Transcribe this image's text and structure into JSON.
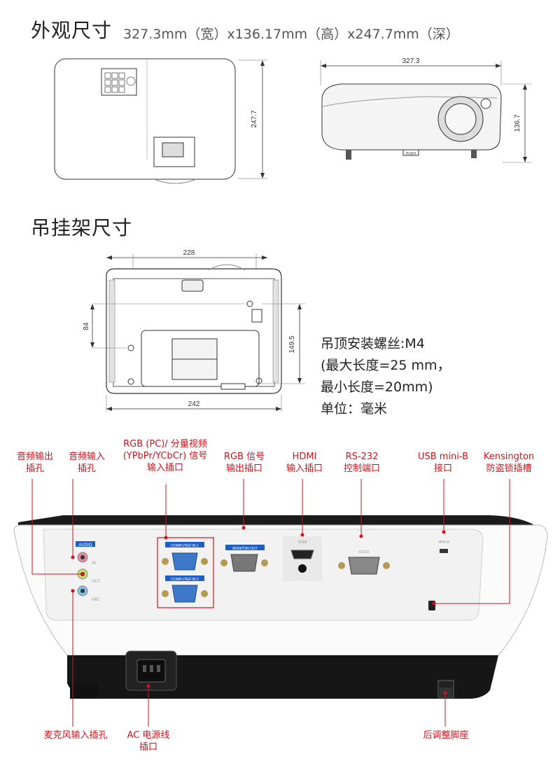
{
  "section1": {
    "title": "外观尺寸",
    "dims": "327.3mm（宽）x136.17mm（高）x247.7mm（深）",
    "top_view_depth": "247.7",
    "side_view_width": "327.3",
    "side_view_height": "136.7",
    "push_label": "PUSH"
  },
  "section2": {
    "title": "吊挂架尺寸",
    "dim_top": "228",
    "dim_bottom": "242",
    "dim_left": "84",
    "dim_right": "149.5",
    "spec_lines": [
      "吊顶安装螺丝:M4",
      "(最大长度=25 mm，",
      "最小长度=20mm)",
      "单位：毫米"
    ]
  },
  "ports_panel": {
    "audio": "AUDIO",
    "in": "IN",
    "out": "OUT",
    "mic": "MIC",
    "computer_in_1": "COMPUTER IN-1",
    "computer_in_2": "COMPUTER IN-2",
    "monitor_out": "MONITOR OUT",
    "hdmi": "HDMI",
    "rs232": "RS232",
    "mini_b": "MINI-B"
  },
  "callouts": {
    "audio_out": [
      "音频输出",
      "插孔"
    ],
    "audio_in": [
      "音频输入",
      "插孔"
    ],
    "rgb_pc": [
      "RGB (PC)/ 分量视频",
      "(YPbPr/YCbCr) 信号",
      "输入插口"
    ],
    "rgb_out": [
      "RGB 信号",
      "输出插口"
    ],
    "hdmi": [
      "HDMI",
      "输入插口"
    ],
    "rs232": [
      "RS-232",
      "控制端口"
    ],
    "usb": [
      "USB mini-B",
      "接口"
    ],
    "kensington": [
      "Kensington",
      "防盗锁插槽"
    ],
    "mic": [
      "麦克风输入插孔"
    ],
    "ac": [
      "AC 电源线",
      "插口"
    ],
    "foot": [
      "后调整脚座"
    ]
  },
  "colors": {
    "callout": "#d0121b",
    "panel_label": "#1f5fc4"
  }
}
